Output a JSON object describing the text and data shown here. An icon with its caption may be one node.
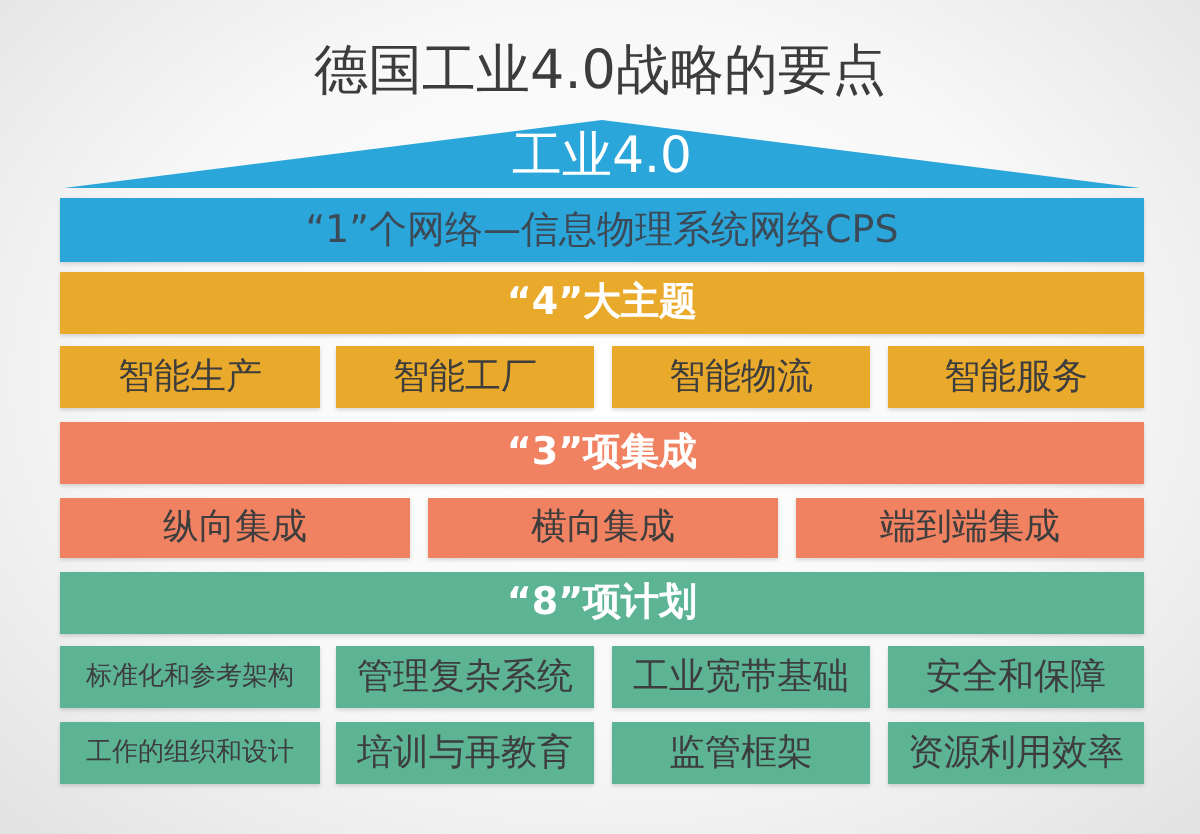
{
  "diagram": {
    "title": "德国工业4.0战略的要点",
    "nodes": [
      {
        "text": [
          "工业4.0"
        ]
      },
      {
        "text": [
          "“1”个网络—信息物理系统网络CPS"
        ]
      },
      {
        "text": [
          "“4”大主题"
        ]
      },
      {
        "text": [
          "智能生产"
        ]
      },
      {
        "text": [
          "智能工厂"
        ]
      },
      {
        "text": [
          "智能物流"
        ]
      },
      {
        "text": [
          "智能服务"
        ]
      },
      {
        "text": [
          "“3”项集成"
        ]
      },
      {
        "text": [
          "纵向集成"
        ]
      },
      {
        "text": [
          "横向集成"
        ]
      },
      {
        "text": [
          "端到端集成"
        ]
      },
      {
        "text": [
          "“8”项计划"
        ]
      },
      {
        "text": [
          "标准化和参考架构"
        ]
      },
      {
        "text": [
          "管理复杂系统"
        ]
      },
      {
        "text": [
          "工业宽带基础"
        ]
      },
      {
        "text": [
          "安全和保障"
        ]
      },
      {
        "text": [
          "工作的组织和设计"
        ]
      },
      {
        "text": [
          "培训与再教育"
        ]
      },
      {
        "text": [
          "监管框架"
        ]
      },
      {
        "text": [
          "资源利用效率"
        ]
      }
    ]
  }
}
